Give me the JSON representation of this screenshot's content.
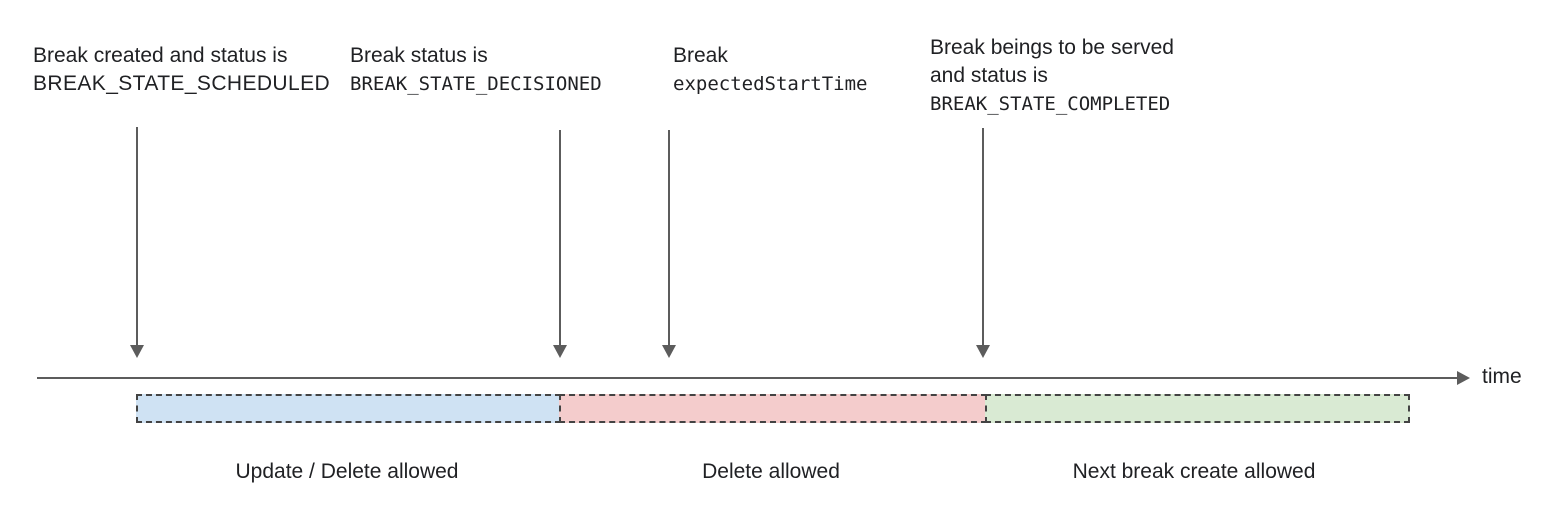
{
  "annotations": {
    "scheduled": {
      "line1": "Break created and status is",
      "line2": "BREAK_STATE_SCHEDULED"
    },
    "decisioned": {
      "line1": "Break status is",
      "line2": "BREAK_STATE_DECISIONED"
    },
    "expected_start": {
      "line1": "Break",
      "line2": "expectedStartTime"
    },
    "completed": {
      "line1": "Break beings to be served",
      "line2": "and status is",
      "line3": "BREAK_STATE_COMPLETED"
    }
  },
  "timeline": {
    "axis_label": "time"
  },
  "segments": {
    "update_delete": {
      "label": "Update / Delete allowed",
      "color": "#cfe2f3"
    },
    "delete": {
      "label": "Delete allowed",
      "color": "#f4cccc"
    },
    "next_break": {
      "label": "Next break create allowed",
      "color": "#d9ead3"
    }
  },
  "colors": {
    "arrow": "#5c5c5c",
    "segment_border": "#434343",
    "text": "#202124"
  }
}
